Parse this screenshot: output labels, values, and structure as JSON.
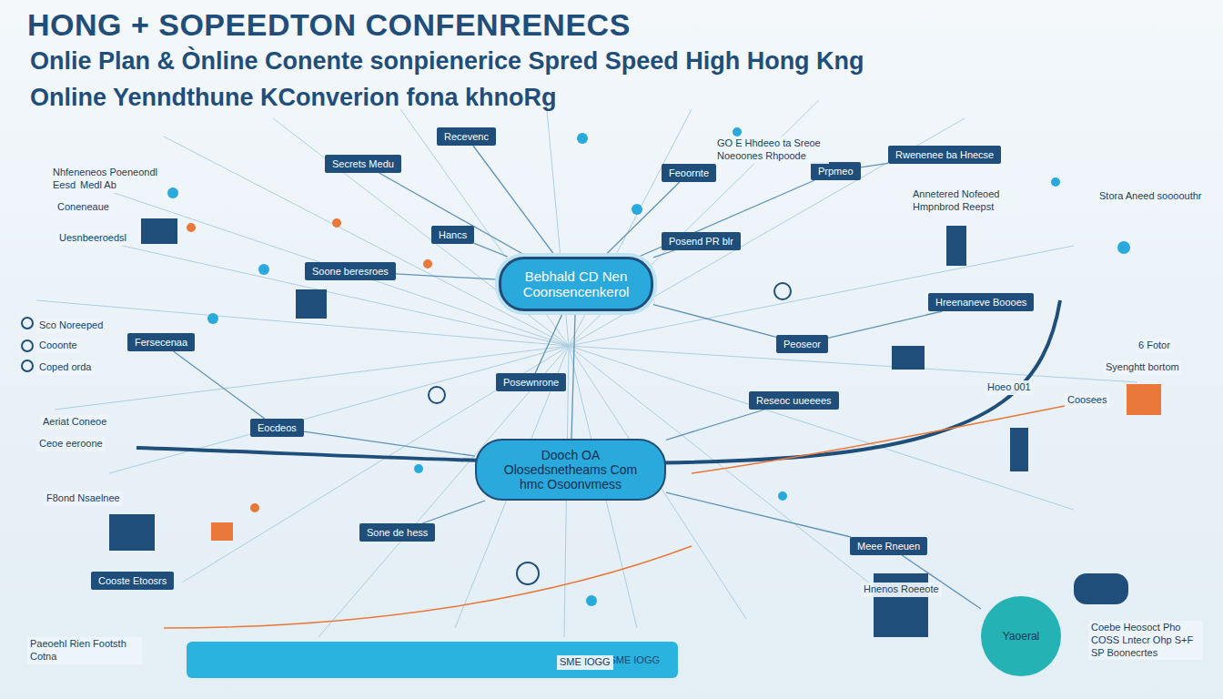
{
  "diagram": {
    "title": "HONG + SOPEEDTON CONFENRENECS",
    "nodes": [
      {
        "text": [
          "Bebhald CD Nen Coonsencenkerol"
        ]
      },
      {
        "text": [
          "Dooch OA Olosedsnetheams Com hmc Osoonvmess"
        ]
      },
      {
        "text": [
          "Recevenc"
        ]
      },
      {
        "text": [
          "Hancs"
        ]
      },
      {
        "text": [
          "Secrets Medu"
        ]
      },
      {
        "text": [
          "Soone beresroes"
        ]
      },
      {
        "text": [
          "Fersecenaa"
        ]
      },
      {
        "text": [
          "Posewnrone"
        ]
      },
      {
        "text": [
          "Feoornte"
        ]
      },
      {
        "text": [
          "Posend PR blr"
        ]
      },
      {
        "text": [
          "Prpmeo"
        ]
      },
      {
        "text": [
          "Rwenenee ba Hnecse"
        ]
      },
      {
        "text": [
          "Hreenaneve Boooes"
        ]
      },
      {
        "text": [
          "Peoseor"
        ]
      },
      {
        "text": [
          "Reseoc uueeees"
        ]
      },
      {
        "text": [
          "Eocdeos"
        ]
      },
      {
        "text": [
          "Sone de hess"
        ]
      },
      {
        "text": [
          "Cooste Etoosrs"
        ]
      },
      {
        "text": [
          "Meee Rneuen"
        ]
      },
      {
        "text": [
          "SME IOGG"
        ]
      },
      {
        "text": [
          "Yaoeral"
        ]
      }
    ],
    "edges": [
      {
        "from": 0,
        "to": 2,
        "arrow": "none"
      },
      {
        "from": 0,
        "to": 3,
        "arrow": "none"
      },
      {
        "from": 0,
        "to": 4,
        "arrow": "none"
      },
      {
        "from": 0,
        "to": 5,
        "arrow": "none"
      },
      {
        "from": 0,
        "to": 7,
        "arrow": "none"
      },
      {
        "from": 0,
        "to": 8,
        "arrow": "none"
      },
      {
        "from": 0,
        "to": 9,
        "arrow": "none"
      },
      {
        "from": 0,
        "to": 10,
        "arrow": "none"
      },
      {
        "from": 0,
        "to": 13,
        "arrow": "none"
      },
      {
        "from": 0,
        "to": 1,
        "arrow": "none"
      },
      {
        "from": 1,
        "to": 15,
        "arrow": "none"
      },
      {
        "from": 1,
        "to": 16,
        "arrow": "none"
      },
      {
        "from": 1,
        "to": 14,
        "arrow": "none"
      },
      {
        "from": 1,
        "to": 18,
        "arrow": "none"
      },
      {
        "from": 6,
        "to": 15,
        "arrow": "none"
      },
      {
        "from": 10,
        "to": 11,
        "arrow": "none"
      },
      {
        "from": 13,
        "to": 12,
        "arrow": "none"
      },
      {
        "from": 18,
        "to": 20,
        "arrow": "none"
      }
    ],
    "labels": [
      "Onlie Plan & Ònline Conente sonpienerice Spred Speed High Hong Kng",
      "Online Yenndthune KConverion fona khnoRg",
      "Nhfeneneos Poeneondl Eesd",
      "Medl Ab",
      "Coneneaue",
      "Uesnbeeroedsl",
      "Sco Noreeped",
      "Cooonte",
      "Coped orda",
      "Aeriat Coneoe",
      "Ceoe eeroone",
      "F8ond Nsaelnee",
      "Paeoehl Rien Footsth Cotna",
      "GO E Hhdeeo ta Sreoe Noeoones Rhpoode",
      "Annetered Nofeoed Hmpnbrod Reepst",
      "Stora Aneed soooouthr",
      "6 Fotor",
      "Syenghtt bortom",
      "Coosees",
      "Hoeo 001",
      "Coebe Heosoct Pho COSS Lntecr Ohp S+F SP Boonecrtes",
      "Hnenos Roeeote",
      "SME IOGG"
    ]
  }
}
